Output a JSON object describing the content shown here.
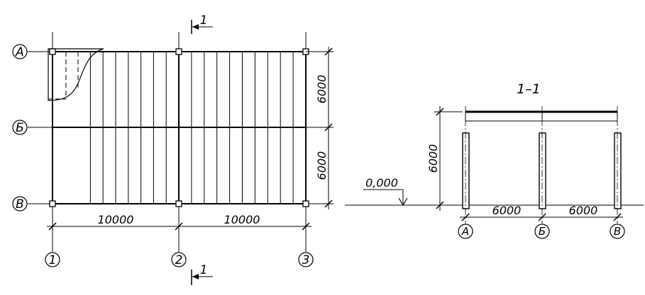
{
  "plan": {
    "row_axes": [
      {
        "id": "row-a",
        "label": "А"
      },
      {
        "id": "row-b",
        "label": "Б"
      },
      {
        "id": "row-v",
        "label": "В"
      }
    ],
    "column_axes": [
      {
        "id": "col-1",
        "label": "1"
      },
      {
        "id": "col-2",
        "label": "2"
      },
      {
        "id": "col-3",
        "label": "3"
      }
    ],
    "span_dims": [
      "10000",
      "10000"
    ],
    "bay_dims": [
      "6000",
      "6000"
    ],
    "section_mark": "1"
  },
  "section": {
    "title": "1–1",
    "height_dim": "6000",
    "level_mark": "0,000",
    "span_dims": [
      "6000",
      "6000"
    ],
    "axis_labels": [
      "А",
      "Б",
      "В"
    ]
  }
}
